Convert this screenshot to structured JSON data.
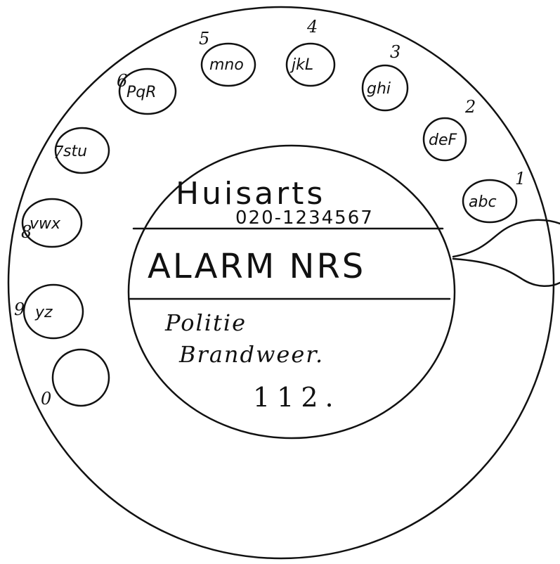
{
  "dial": {
    "center_label": {
      "title": "Huisarts",
      "phone": "020-1234567",
      "band": "ALARM NRS",
      "line1": "Politie",
      "line2": "Brandweer.",
      "number": "112."
    },
    "holes": [
      {
        "digit": "1",
        "letters": "abc"
      },
      {
        "digit": "2",
        "letters": "deF"
      },
      {
        "digit": "3",
        "letters": "ghi"
      },
      {
        "digit": "4",
        "letters": "jkL"
      },
      {
        "digit": "5",
        "letters": "mno"
      },
      {
        "digit": "6",
        "letters": "PqR"
      },
      {
        "digit": "7",
        "letters": "stu"
      },
      {
        "digit": "8",
        "letters": "vwx"
      },
      {
        "digit": "9",
        "letters": "yz"
      },
      {
        "digit": "0",
        "letters": ""
      }
    ]
  }
}
